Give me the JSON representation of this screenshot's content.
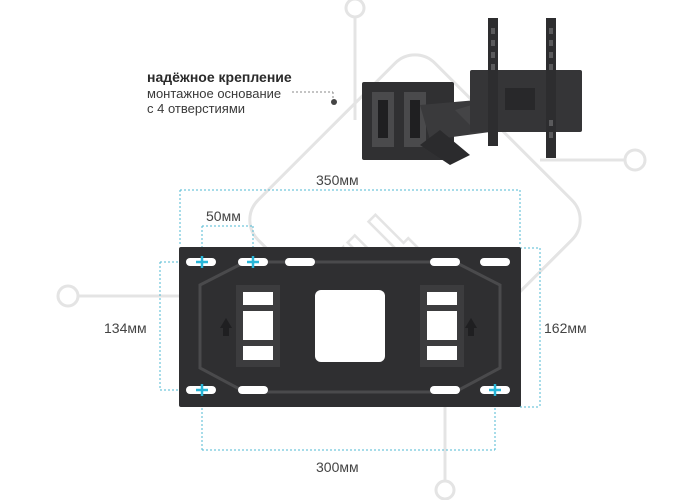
{
  "feature": {
    "title": "надёжное крепление",
    "line1": "монтажное основание",
    "line2": "с 4 отверстиями"
  },
  "dimensions": {
    "top_width": "350мм",
    "hole_spacing": "50мм",
    "left_height": "134мм",
    "right_height": "162мм",
    "bottom_width": "300мм"
  },
  "colors": {
    "plate": "#2e2e30",
    "accent": "#29b6d8",
    "watermark": "#e2e2e2"
  },
  "watermark": "КЦ",
  "icons": [
    "mount-arm-photo",
    "plus-marker-icon",
    "arrow-up-icon"
  ]
}
